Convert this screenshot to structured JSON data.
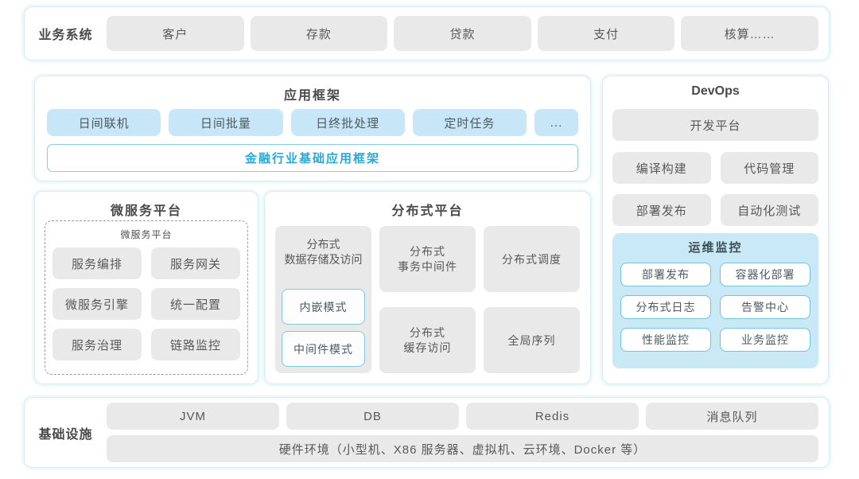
{
  "colors": {
    "panel_border": "#d3ecf5",
    "gray_box_bg": "#e9e9e9",
    "blue_box_bg": "#c7e6f7",
    "monitor_bg": "#c9e9f7",
    "accent_blue_text": "#2aa7d5",
    "outline_border": "#7ec9e2"
  },
  "business_system": {
    "label": "业务系统",
    "items": [
      "客户",
      "存款",
      "贷款",
      "支付",
      "核算……"
    ]
  },
  "app_framework": {
    "title": "应用框架",
    "items": [
      "日间联机",
      "日间批量",
      "日终批处理",
      "定时任务",
      "..."
    ],
    "base_label": "金融行业基础应用框架"
  },
  "microservice": {
    "title": "微服务平台",
    "inner_title": "微服务平台",
    "items": [
      "服务编排",
      "服务网关",
      "微服务引擎",
      "统一配置",
      "服务治理",
      "链路监控"
    ]
  },
  "distributed": {
    "title": "分布式平台",
    "storage": {
      "label": "分布式\n数据存储及访问",
      "modes": [
        "内嵌模式",
        "中间件模式"
      ]
    },
    "cells": [
      "分布式\n事务中间件",
      "分布式调度",
      "分布式\n缓存访问",
      "全局序列"
    ]
  },
  "devops": {
    "title": "DevOps",
    "platform_label": "开发平台",
    "tools": [
      "编译构建",
      "代码管理",
      "部署发布",
      "自动化测试"
    ],
    "monitoring": {
      "title": "运维监控",
      "items": [
        "部署发布",
        "容器化部署",
        "分布式日志",
        "告警中心",
        "性能监控",
        "业务监控"
      ]
    }
  },
  "infrastructure": {
    "label": "基础设施",
    "items": [
      "JVM",
      "DB",
      "Redis",
      "消息队列"
    ],
    "hardware_label": "硬件环境（小型机、X86 服务器、虚拟机、云环境、Docker 等）"
  }
}
